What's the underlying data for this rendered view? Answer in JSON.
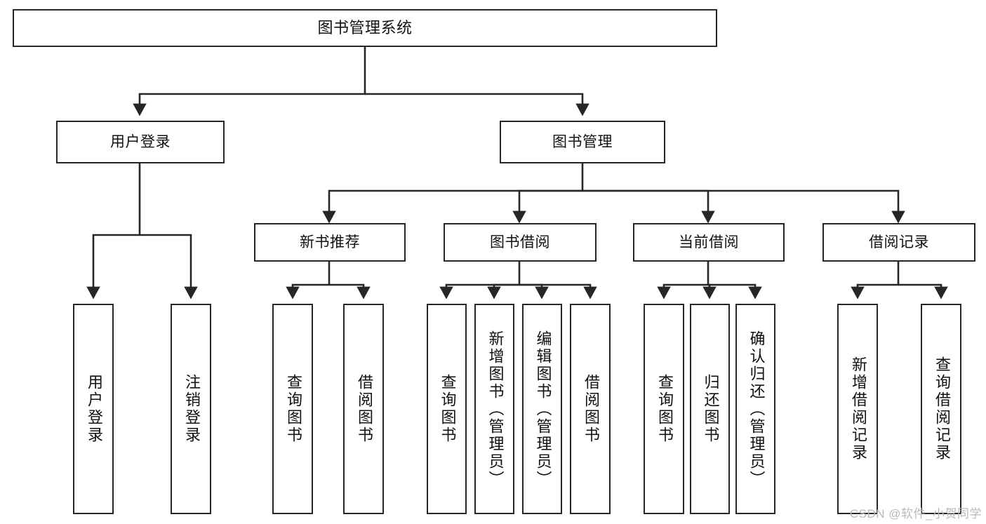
{
  "diagram": {
    "title": "图书管理系统",
    "type": "tree-hierarchy-diagram",
    "accent_color": "#262626",
    "background_color": "#ffffff",
    "nodes": {
      "root": {
        "label": "图书管理系统"
      },
      "level2": [
        {
          "label": "用户登录"
        },
        {
          "label": "图书管理"
        }
      ],
      "level3": [
        {
          "label": "新书推荐"
        },
        {
          "label": "图书借阅"
        },
        {
          "label": "当前借阅"
        },
        {
          "label": "借阅记录"
        }
      ],
      "leaves": {
        "user_login": [
          {
            "label": "用户登录"
          },
          {
            "label": "注销登录"
          }
        ],
        "new_book_recommend": [
          {
            "label": "查询图书"
          },
          {
            "label": "借阅图书"
          }
        ],
        "book_borrow": [
          {
            "label": "查询图书"
          },
          {
            "label": "新增图书（管理员）"
          },
          {
            "label": "编辑图书（管理员）"
          },
          {
            "label": "借阅图书"
          }
        ],
        "current_borrow": [
          {
            "label": "查询图书"
          },
          {
            "label": "归还图书"
          },
          {
            "label": "确认归还（管理员）"
          }
        ],
        "borrow_record": [
          {
            "label": "新增借阅记录"
          },
          {
            "label": "查询借阅记录"
          }
        ]
      }
    }
  },
  "watermark": {
    "text": "CSDN @软件_小贺同学"
  }
}
